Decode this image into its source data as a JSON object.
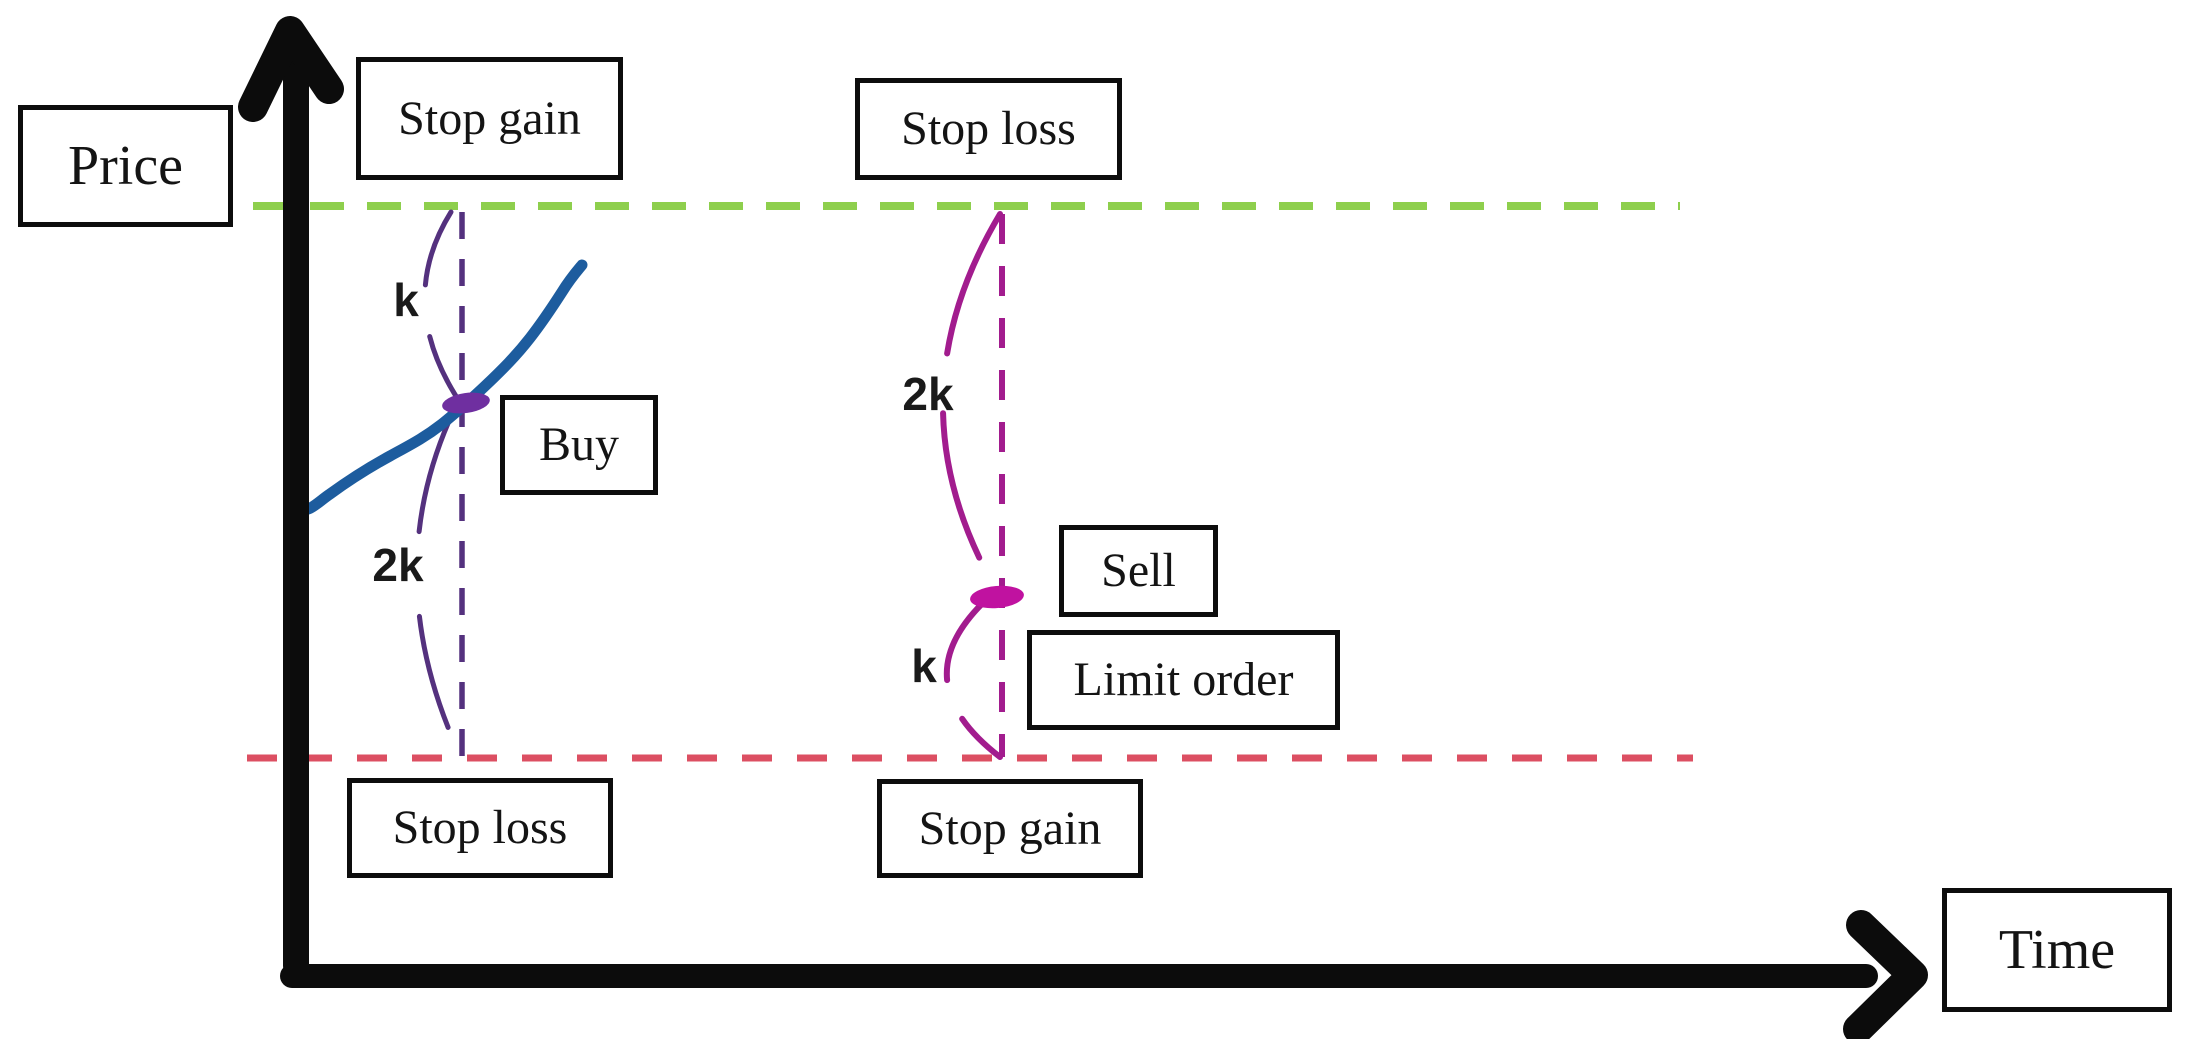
{
  "diagram": {
    "y_axis": {
      "label": "Price"
    },
    "x_axis": {
      "label": "Time"
    },
    "upper_threshold": {
      "color": "#8ecf4d",
      "left_label": "Stop gain",
      "right_label": "Stop loss"
    },
    "lower_threshold": {
      "color": "#dc4f62",
      "left_label": "Stop loss",
      "right_label": "Stop gain"
    },
    "buy_trade": {
      "entry_label": "Buy",
      "distance_above": "k",
      "distance_below": "2k",
      "marker_color": "#6f2fa0",
      "guide_color": "#54317e",
      "path_color": "#1d5c9e"
    },
    "sell_trade": {
      "entry_label": "Sell",
      "order_label": "Limit order",
      "distance_above": "2k",
      "distance_below": "k",
      "marker_color": "#c012a0",
      "guide_color": "#a21c8e"
    },
    "axis_color": "#0c0c0c"
  }
}
